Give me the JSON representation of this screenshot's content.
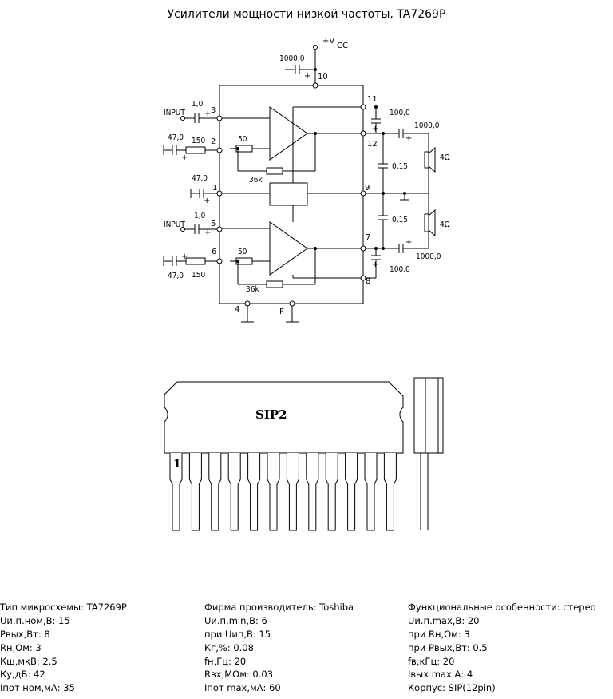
{
  "title": "Усилители мощности низкой частоты, TA7269P",
  "schematic": {
    "vcc_label": "+V",
    "vcc_sub": "CC",
    "cap_top": "1000,0",
    "input_label": "INPUT",
    "cap_in": "1,0",
    "cap_47": "47,0",
    "r150": "150",
    "r50": "50",
    "r36k": "36k",
    "cap_100": "100,0",
    "cap_1000": "1000,0",
    "cap_015": "0,15",
    "ohm4": "4Ω",
    "plus": "+",
    "pin_f": "F",
    "pins": [
      "1",
      "2",
      "3",
      "4",
      "5",
      "6",
      "7",
      "8",
      "9",
      "10",
      "11",
      "12"
    ]
  },
  "package": {
    "name": "SIP2",
    "pin1": "1"
  },
  "specs": {
    "col1": [
      "Тип микросхемы: TA7269P",
      "Uи.п.ном,В: 15",
      "Pвых,Вт: 8",
      "Rн,Ом: 3",
      "Кш,мкВ: 2.5",
      "Ку,дБ: 42",
      "Iпот ном,мА: 35"
    ],
    "col2": [
      "Фирма производитель: Toshiba",
      "Uи.п.min,В: 6",
      "при Uип,В: 15",
      "Кг,%: 0.08",
      "fн,Гц: 20",
      "Rвх,МОм: 0.03",
      "Iпот max,мА: 60"
    ],
    "col3": [
      "Функциональные особенности: стерео",
      "Uи.п.max,В: 20",
      "при Rн,Ом: 3",
      "при Pвых,Вт: 0.5",
      "fв,кГц: 20",
      "Iвых max,А: 4",
      "Корпус: SIP(12pin)"
    ]
  }
}
